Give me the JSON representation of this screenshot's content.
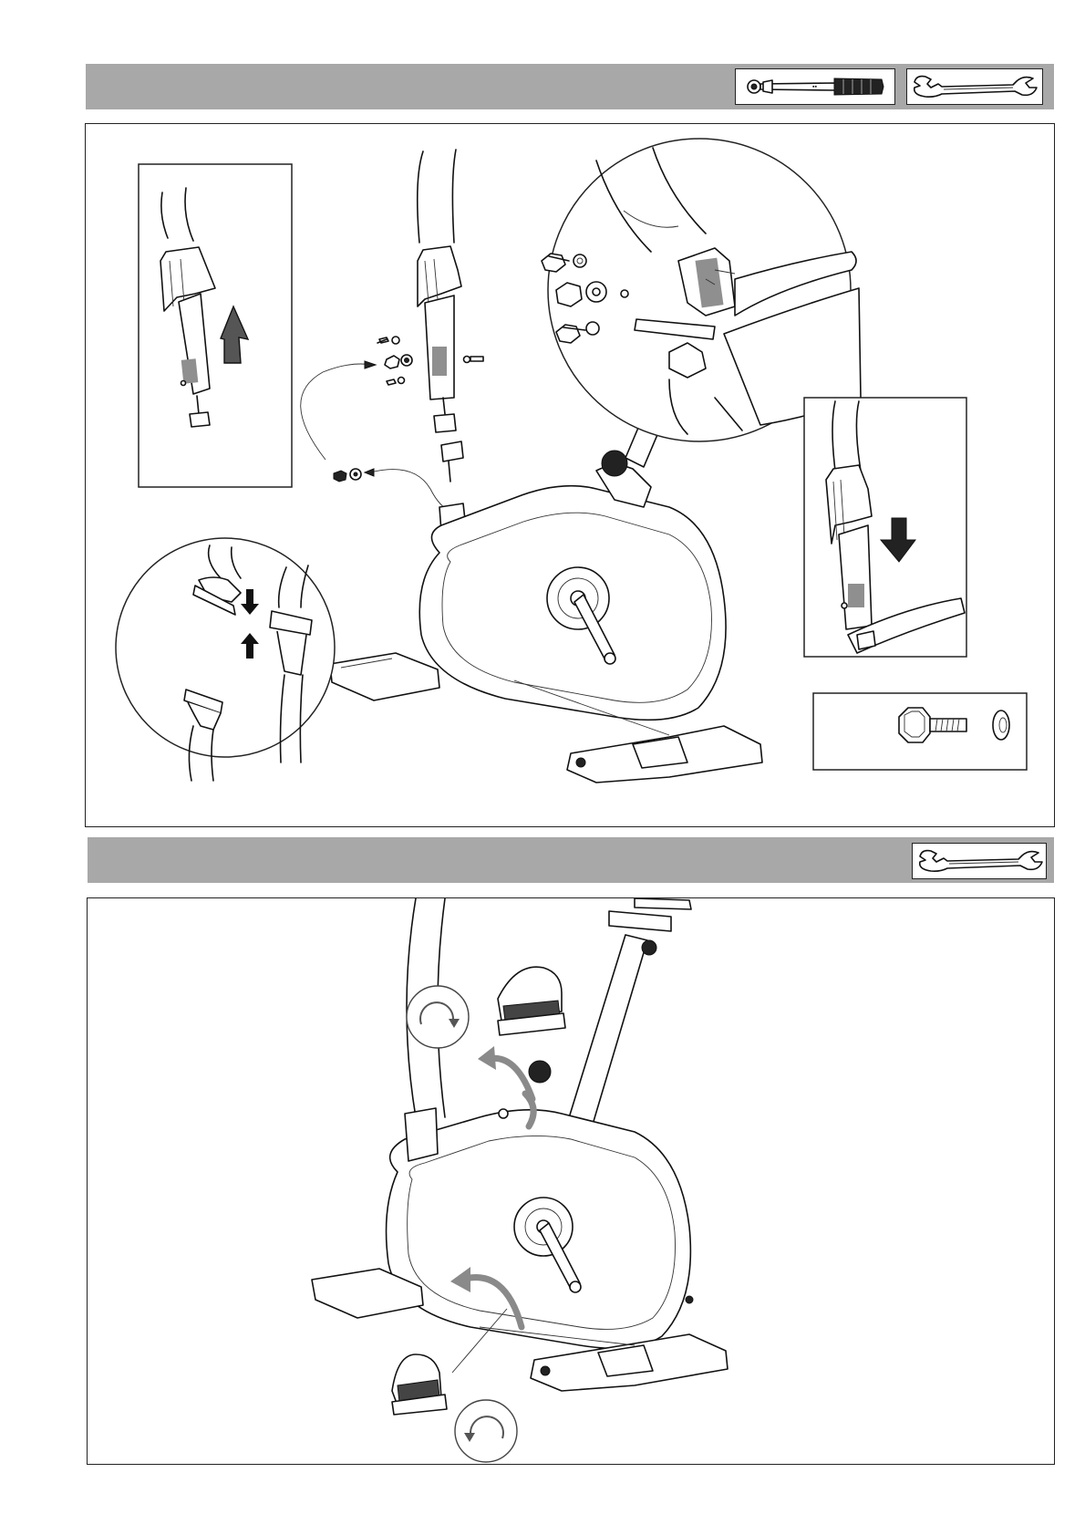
{
  "steps": [
    {
      "id": "step-a",
      "tools": [
        "allen-key-icon",
        "open-end-wrench-icon"
      ],
      "details": [
        "tube-raise-detail",
        "cable-connector-detail",
        "tube-lower-detail",
        "bolt-zoom-detail",
        "hardware-legend"
      ],
      "hardware": [
        "hex-bolt-icon",
        "washer-icon"
      ]
    },
    {
      "id": "step-b",
      "tools": [
        "open-end-wrench-icon"
      ],
      "details": [
        "left-pedal-rotation",
        "right-pedal-rotation"
      ]
    }
  ],
  "colors": {
    "header_bar": "#a8a8a8",
    "line": "#111111",
    "highlight_gray": "#8f8f8f",
    "rotation_arrow": "#8a8a8a"
  }
}
